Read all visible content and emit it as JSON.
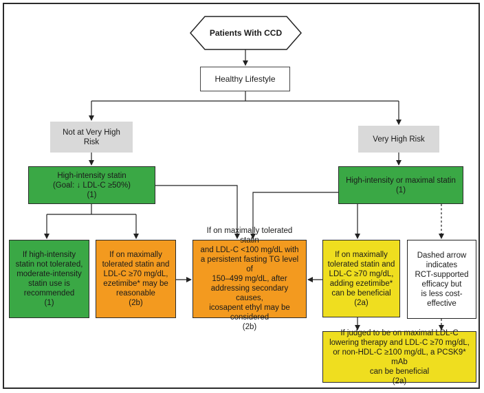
{
  "title_node": "Patients With CCD",
  "lifestyle": "Healthy Lifestyle",
  "left_branch": {
    "risk": "Not at Very High Risk",
    "therapy": "High-intensity statin\n(Goal: ↓ LDL-C ≥50%)\n(1)",
    "intolerant": "If high-intensity\nstatin not tolerated,\nmoderate-intensity\nstatin use is\nrecommended\n(1)",
    "ezetimibe": "If on maximally\ntolerated statin and\nLDL-C ≥70 mg/dL,\nezetimibe* may be\nreasonable\n(2b)"
  },
  "center": {
    "icosapent": "If on maximally tolerated statin\nand LDL-C <100 mg/dL with\na persistent fasting TG level of\n150–499 mg/dL, after\naddressing secondary causes,\nicosapent ethyl may be\nconsidered\n(2b)"
  },
  "right_branch": {
    "risk": "Very High Risk",
    "therapy": "High-intensity or maximal statin\n(1)",
    "ezetimibe": "If on maximally\ntolerated statin and\nLDL-C ≥70 mg/dL,\nadding ezetimibe*\ncan be beneficial\n(2a)",
    "dashed_note": "Dashed arrow\nindicates\nRCT-supported\nefficacy but\nis less cost-\neffective",
    "pcsk9": "If judged to be on maximal LDL-C\nlowering therapy and LDL-C ≥70 mg/dL,\nor non-HDL-C ≥100 mg/dL, a PCSK9* mAb\ncan be beneficial\n(2a)"
  },
  "colors": {
    "class1": "#3aa845",
    "class2a": "#efde1f",
    "class2b": "#f39a1f",
    "risk_box": "#d9d9d9"
  }
}
